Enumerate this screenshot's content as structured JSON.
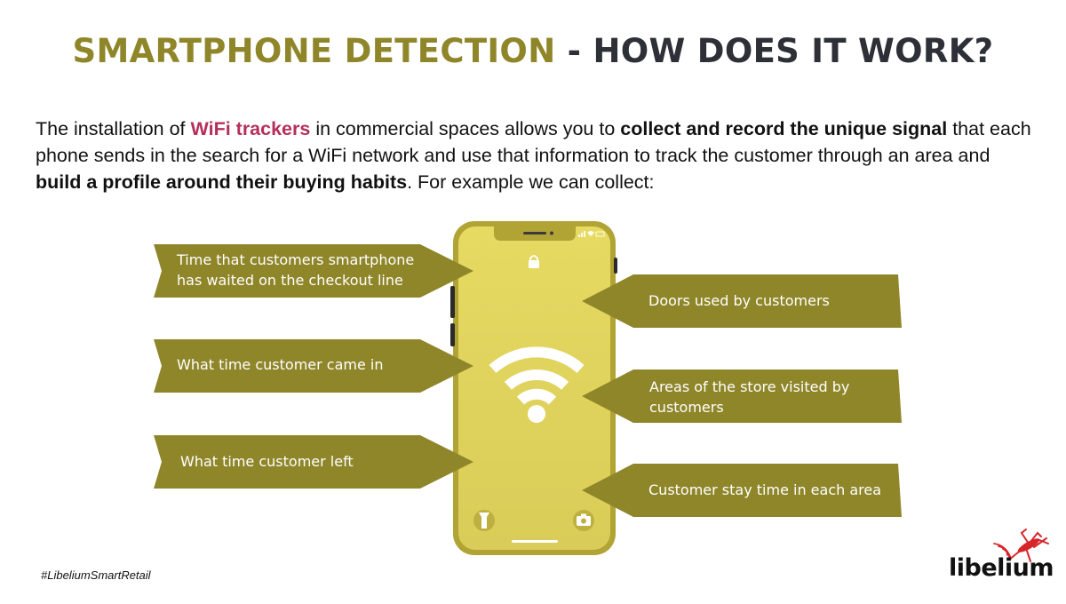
{
  "title": {
    "part1": "SMARTPHONE DETECTION",
    "part2": " - HOW DOES IT WORK?"
  },
  "intro": {
    "s1": "The installation of ",
    "s2": "WiFi trackers",
    "s3": " in commercial spaces allows you to ",
    "s4": "collect and record the unique signal",
    "s5": " that each phone sends in the search for a WiFi network and use that information to track the customer through an area and ",
    "s6": "build a profile around their buying habits",
    "s7": ". For example we can collect:"
  },
  "left_labels": [
    {
      "line1": "Time that customers smartphone",
      "line2": "has waited on the checkout line"
    },
    {
      "line1": "What time customer came in",
      "line2": ""
    },
    {
      "line1": "What time customer left",
      "line2": ""
    }
  ],
  "right_labels": [
    {
      "line1": "Doors used by customers",
      "line2": ""
    },
    {
      "line1": "Areas of the store visited by",
      "line2": "customers"
    },
    {
      "line1": "Customer stay time in each area",
      "line2": ""
    }
  ],
  "hashtag": "#LibeliumSmartRetail",
  "logo": {
    "text": "libelium"
  },
  "colors": {
    "title_accent": "#8f862a",
    "title_dark": "#2e3038",
    "highlight": "#b52f5d",
    "banner": "#8f862a",
    "phone_frame": "#b1a434",
    "phone_screen": "#e2d660",
    "logo_red": "#d7262b"
  },
  "icons": [
    "lock-icon",
    "wifi-icon",
    "flashlight-icon",
    "camera-icon",
    "signal-icon",
    "battery-icon",
    "mosquito-icon"
  ]
}
